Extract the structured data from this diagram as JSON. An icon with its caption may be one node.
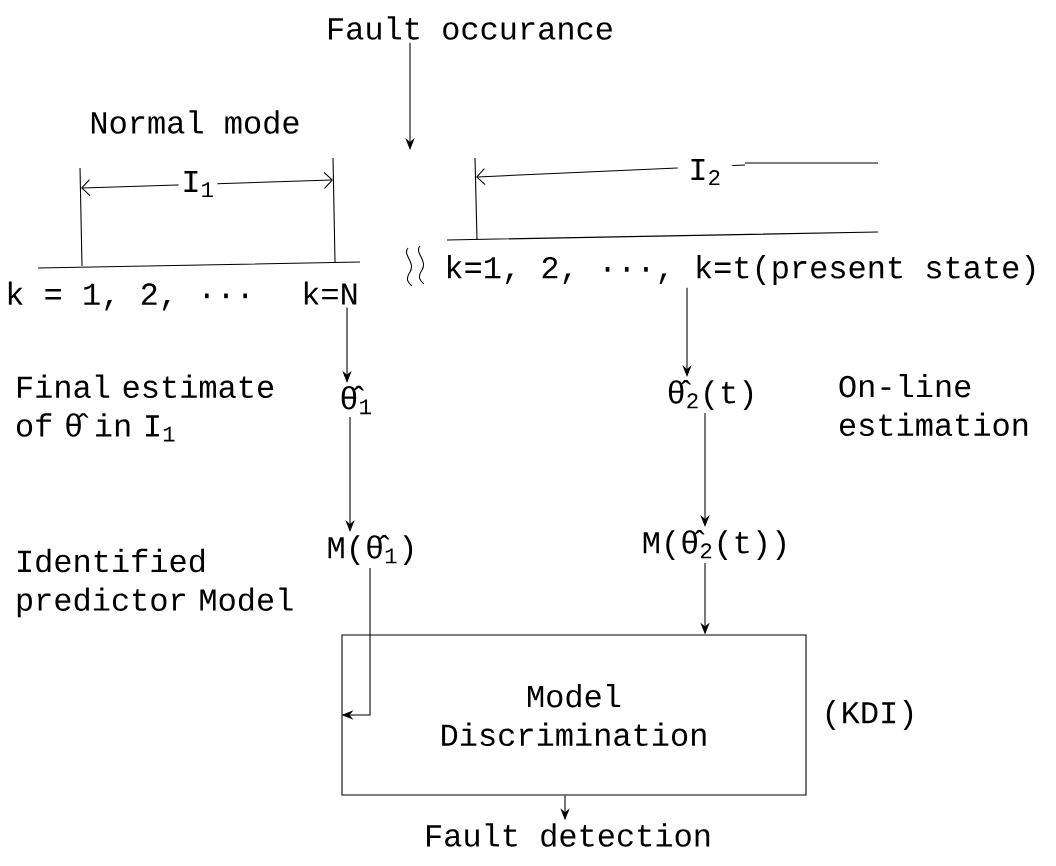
{
  "diagram": {
    "nodes": [
      {
        "text": [
          "Fault occurance"
        ]
      },
      {
        "text": [
          "k=N"
        ]
      },
      {
        "text": [
          "k=1, 2, ···, k=t(present state)"
        ]
      },
      {
        "text": [
          "θ̂$_{1}$"
        ]
      },
      {
        "text": [
          "θ̂$_{2}$(t)"
        ]
      },
      {
        "text": [
          "M(θ̂$_{1}$)"
        ]
      },
      {
        "text": [
          "M(θ̂$_{2}$(t))"
        ]
      },
      {
        "text": [
          "Model Discrimination"
        ],
        "beside": [
          "(KDI)"
        ]
      },
      {
        "text": [
          "Fault detection"
        ]
      }
    ],
    "edges": [
      {
        "from": 0,
        "to": null,
        "arrow": "to"
      },
      {
        "from": 1,
        "to": 3,
        "arrow": "to"
      },
      {
        "from": 2,
        "to": 4,
        "arrow": "to"
      },
      {
        "from": 3,
        "to": 5,
        "arrow": "to"
      },
      {
        "from": 4,
        "to": 6,
        "arrow": "to"
      },
      {
        "from": 5,
        "to": 7,
        "arrow": "to"
      },
      {
        "from": 6,
        "to": 7,
        "arrow": "to"
      },
      {
        "from": 7,
        "to": 8,
        "arrow": "to"
      }
    ],
    "labels": [
      "Normal mode",
      "I$_{1}$",
      "I$_{2}$",
      "k = 1, 2, ···",
      "Final estimate of θ̂ in I$_{1}$",
      "On-line estimation",
      "Identified predictor Model"
    ]
  }
}
